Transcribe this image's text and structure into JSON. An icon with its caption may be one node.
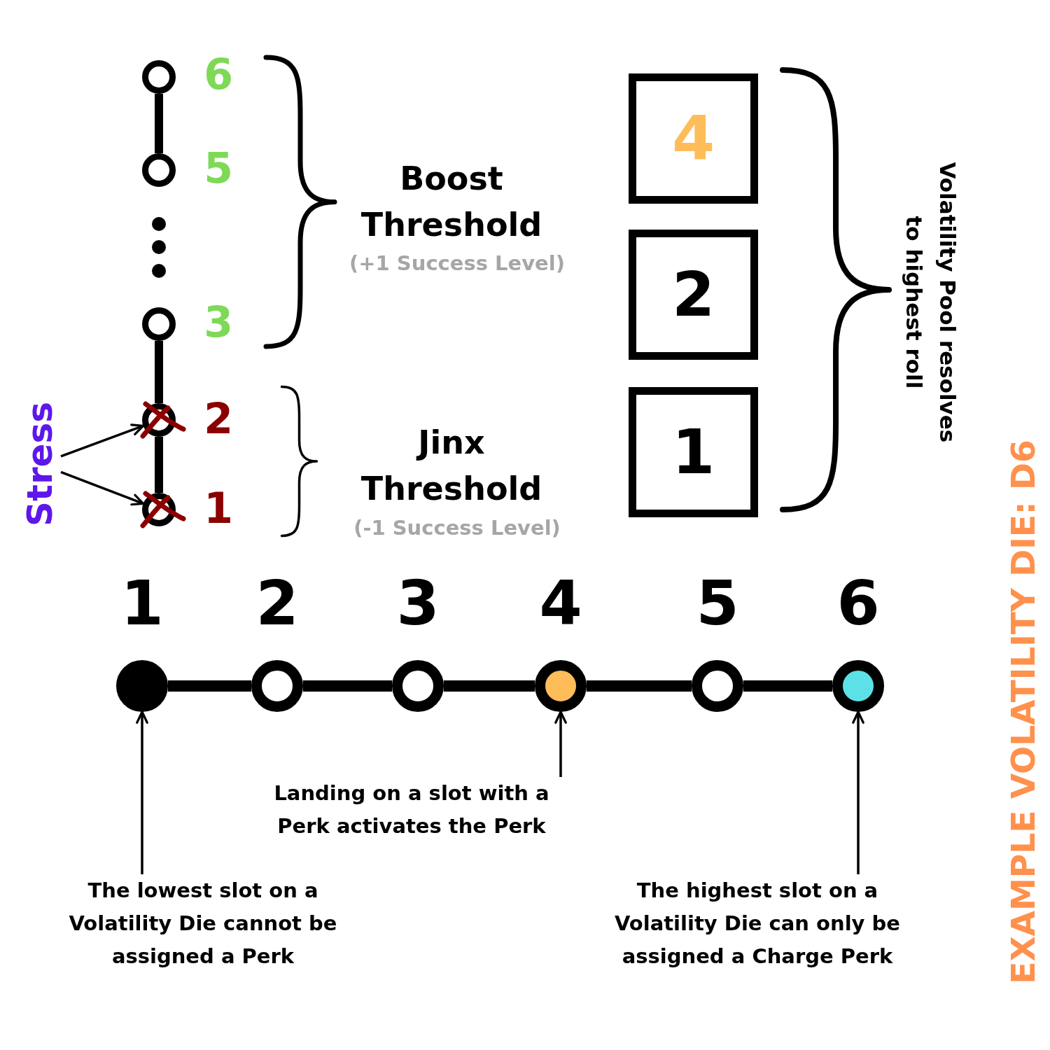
{
  "diagram": {
    "title": "EXAMPLE VOLATILITY DIE: D6",
    "nodes": [
      {
        "text": [
          "Stress"
        ]
      },
      {
        "text": [],
        "shape": "circle",
        "beside": [
          "6"
        ]
      },
      {
        "text": [],
        "shape": "circle",
        "beside": [
          "5"
        ]
      },
      {
        "text": [],
        "shape": "circle",
        "beside": [
          "3"
        ]
      },
      {
        "text": [],
        "shape": "circle",
        "beside": [
          "2"
        ]
      },
      {
        "text": [],
        "shape": "circle",
        "beside": [
          "1"
        ]
      },
      {
        "text": [
          "4"
        ]
      },
      {
        "text": [
          "2"
        ]
      },
      {
        "text": [
          "1"
        ]
      },
      {
        "text": [],
        "shape": "circle",
        "beside": [
          "1"
        ]
      },
      {
        "text": [],
        "shape": "circle",
        "beside": [
          "2"
        ]
      },
      {
        "text": [],
        "shape": "circle",
        "beside": [
          "3"
        ]
      },
      {
        "text": [],
        "shape": "circle",
        "beside": [
          "4"
        ]
      },
      {
        "text": [],
        "shape": "circle",
        "beside": [
          "5"
        ]
      },
      {
        "text": [],
        "shape": "circle",
        "beside": [
          "6"
        ]
      },
      {
        "text": [
          "Landing on a slot with a Perk activates the Perk"
        ]
      },
      {
        "text": [
          "The lowest slot on a Volatility Die cannot be assigned a Perk"
        ]
      },
      {
        "text": [
          "The highest slot on a Volatility Die can only be assigned a Charge Perk"
        ]
      }
    ],
    "edges": [
      {
        "from": 1,
        "to": 2,
        "arrow": "none"
      },
      {
        "from": 3,
        "to": 4,
        "arrow": "none"
      },
      {
        "from": 4,
        "to": 5,
        "arrow": "none"
      },
      {
        "from": 0,
        "to": 4,
        "arrow": "to"
      },
      {
        "from": 0,
        "to": 5,
        "arrow": "to"
      },
      {
        "from": 9,
        "to": 10,
        "arrow": "none"
      },
      {
        "from": 10,
        "to": 11,
        "arrow": "none"
      },
      {
        "from": 11,
        "to": 12,
        "arrow": "none"
      },
      {
        "from": 12,
        "to": 13,
        "arrow": "none"
      },
      {
        "from": 13,
        "to": 14,
        "arrow": "none"
      },
      {
        "from": 15,
        "to": 12,
        "arrow": "to"
      },
      {
        "from": 16,
        "to": 9,
        "arrow": "to"
      },
      {
        "from": 17,
        "to": 14,
        "arrow": "to"
      }
    ],
    "labels": [
      "Boost Threshold",
      "(+1 Success Level)",
      "Jinx Threshold",
      "(-1 Success Level)",
      "Volatility Pool resolves to highest roll"
    ]
  }
}
